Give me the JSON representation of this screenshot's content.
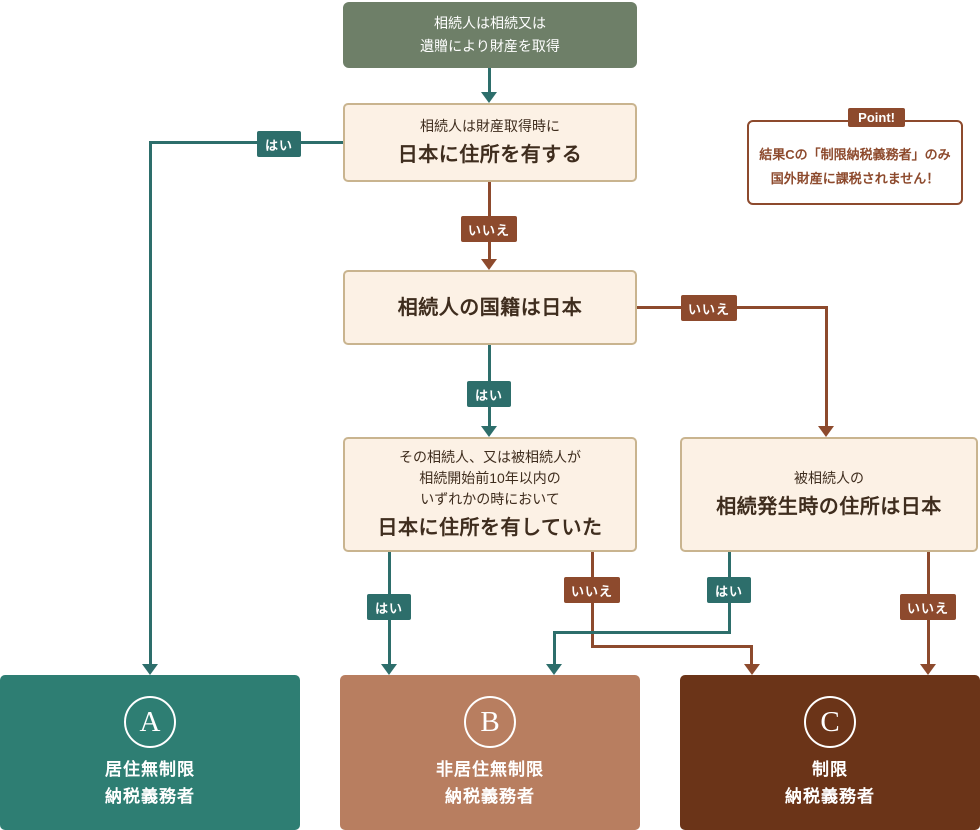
{
  "colors": {
    "teal": "#2d6e6b",
    "brown": "#8d4a2d",
    "sage": "#6e7f68",
    "cream": "#fcf1e5",
    "tan": "#c9b48f",
    "ink": "#3f2d1e",
    "resA": "#2e7e73",
    "resB": "#b87e60",
    "resC": "#6b3418"
  },
  "flow": {
    "start": {
      "line1": "相続人は相続又は",
      "line2": "遺贈により財産を取得"
    },
    "q1": {
      "line1": "相続人は財産取得時に",
      "line2": "日本に住所を有する"
    },
    "q2": {
      "text": "相続人の国籍は日本"
    },
    "q3": {
      "line1": "その相続人、又は被相続人が",
      "line2": "相続開始前10年以内の",
      "line3": "いずれかの時において",
      "line4": "日本に住所を有していた"
    },
    "q4": {
      "line1": "被相続人の",
      "line2": "相続発生時の住所は日本"
    },
    "labels": {
      "yes": "はい",
      "no": "いいえ"
    }
  },
  "results": {
    "a": {
      "letter": "A",
      "line1": "居住無制限",
      "line2": "納税義務者"
    },
    "b": {
      "letter": "B",
      "line1": "非居住無制限",
      "line2": "納税義務者"
    },
    "c": {
      "letter": "C",
      "line1": "制限",
      "line2": "納税義務者"
    }
  },
  "point": {
    "title": "Point!",
    "line1": "結果Cの「制限納税義務者」のみ",
    "line2": "国外財産に課税されません！"
  }
}
